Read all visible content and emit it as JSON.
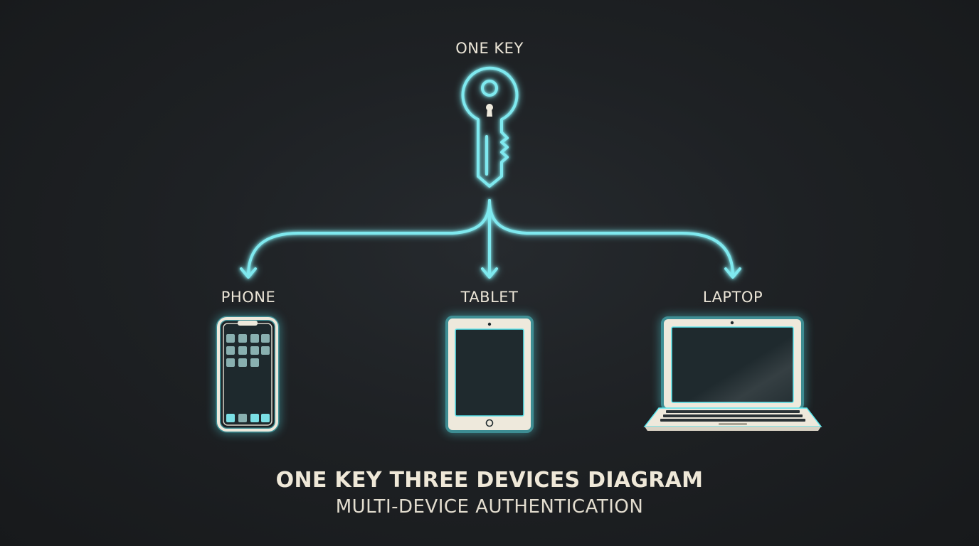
{
  "diagram": {
    "source_label": "ONE KEY",
    "targets": [
      {
        "label": "PHONE",
        "icon": "phone-icon"
      },
      {
        "label": "TABLET",
        "icon": "tablet-icon"
      },
      {
        "label": "LAPTOP",
        "icon": "laptop-icon"
      }
    ],
    "title": "ONE KEY THREE DEVICES DIAGRAM",
    "subtitle": "MULTI-DEVICE AUTHENTICATION"
  },
  "colors": {
    "glow": "#59e6ee",
    "line": "#7fe9ef",
    "device_outline": "#eee9dc",
    "text": "#ece6d8",
    "background": "#1d1f22",
    "app_tile": "#8fb8b8"
  }
}
